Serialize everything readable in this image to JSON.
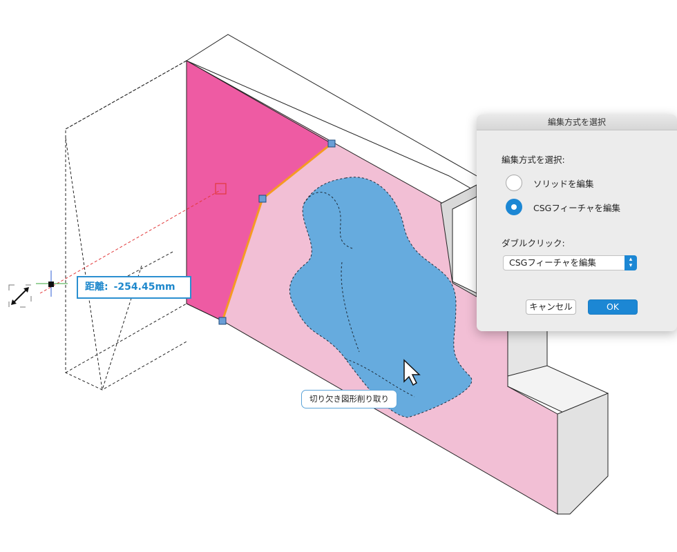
{
  "distance": {
    "label": "距離:",
    "value": "-254.45mm"
  },
  "tooltip": "切り欠き図形削り取り",
  "dialog": {
    "title": "編集方式を選択",
    "heading": "編集方式を選択:",
    "options": [
      "ソリッドを編集",
      "CSGフィーチャを編集"
    ],
    "selected_option": "CSGフィーチャを編集",
    "double_click_label": "ダブルクリック:",
    "double_click_value": "CSGフィーチャを編集",
    "cancel_label": "キャンセル",
    "ok_label": "OK"
  },
  "colors": {
    "cut_face": "#ee5ba3",
    "wall_face": "#f2bfd5",
    "feature": "#5aa9de",
    "accent_blue": "#1c87d4",
    "guide_orange": "#f59a23",
    "guide_red": "#e2383a"
  }
}
